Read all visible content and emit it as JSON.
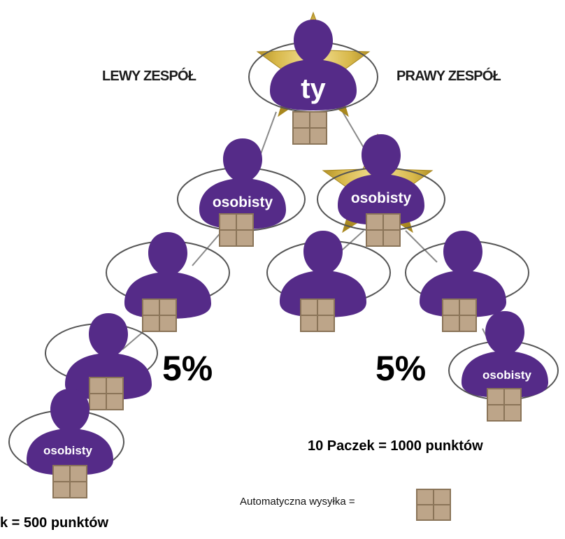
{
  "labels": {
    "left_team": "LEWY ZESPÓŁ",
    "right_team": "PRAWY ZESPÓŁ",
    "left_percent": "5%",
    "right_percent": "5%",
    "right_points": "10 Paczek = 1000 punktów",
    "left_points": "k = 500 punktów",
    "auto_shipping": "Automatyczna wysyłka ="
  },
  "people": {
    "top": "ty",
    "left_1": "osobisty",
    "right_1": "osobisty",
    "left_bottom": "osobisty",
    "right_bottom": "osobisty"
  },
  "colors": {
    "person": "#552b88",
    "ring": "#555555",
    "box": "#bda589",
    "box_line": "#8a7458",
    "star": "#c9a832",
    "link": "#8a8a8a"
  }
}
